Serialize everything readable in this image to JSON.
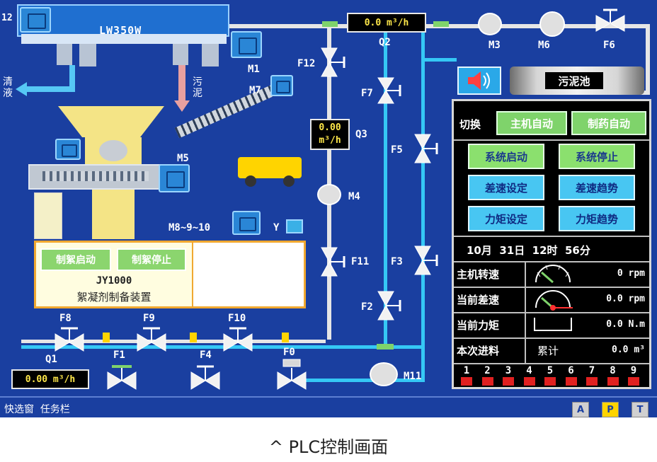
{
  "colors": {
    "screen_bg": "#1a3fa0",
    "pipe_white": "#e6e6e6",
    "pipe_cyan": "#35c8f5",
    "pipe_yellow": "#ffd400",
    "flow_text": "#ffe84a",
    "button_green": "#7fd36b",
    "button_cyan": "#48c6f2",
    "jy_border": "#f0a830"
  },
  "top": {
    "m2_label": "12",
    "centrifuge_label": "LW350W",
    "qing_ye": "清\n液",
    "wu_ni": "污\n泥"
  },
  "motors": {
    "m1": "M1",
    "m7": "M7",
    "m5": "M5",
    "m4": "M4",
    "m3": "M3",
    "m6": "M6",
    "m8": "M8~9~10",
    "m11": "M11",
    "y": "Y",
    "f6": "F6"
  },
  "valves": {
    "f12": "F12",
    "f7": "F7",
    "f5": "F5",
    "f11": "F11",
    "f3": "F3",
    "f2": "F2",
    "f8": "F8",
    "f9": "F9",
    "f10": "F10",
    "f1": "F1",
    "f4": "F4",
    "f0": "F0"
  },
  "flows": {
    "q2_value": "0.0 m³/h",
    "q2_label": "Q2",
    "q3_value": "0.00\nm³/h",
    "q3_label": "Q3",
    "q1_value": "0.00 m³/h",
    "q1_label": "Q1"
  },
  "sludge_tank": "污泥池",
  "panel": {
    "switch_label": "切换",
    "main_auto": "主机自动",
    "dosing_auto": "制药自动",
    "sys_start": "系统启动",
    "sys_stop": "系统停止",
    "diff_set": "差速设定",
    "diff_trend": "差速趋势",
    "torque_set": "力矩设定",
    "torque_trend": "力矩趋势",
    "date": "10月  31日  12时  56分",
    "main_speed_label": "主机转速",
    "main_speed_value": "0 rpm",
    "diff_speed_label": "当前差速",
    "diff_speed_value": "0.0 rpm",
    "torque_label": "当前力矩",
    "torque_value": "0.0 N.m",
    "feed_label": "本次进料",
    "feed_total": "累计",
    "feed_value": "0.0 m³",
    "indicators": [
      "1",
      "2",
      "3",
      "4",
      "5",
      "6",
      "7",
      "8",
      "9"
    ]
  },
  "jy": {
    "start": "制絮启动",
    "stop": "制絮停止",
    "model": "JY1000",
    "name": "絮凝剂制备装置"
  },
  "taskbar": {
    "left": "快选窗  任务栏",
    "btn_a": "A",
    "btn_p": "P",
    "btn_t": "T"
  },
  "caption": "^ PLC控制画面"
}
